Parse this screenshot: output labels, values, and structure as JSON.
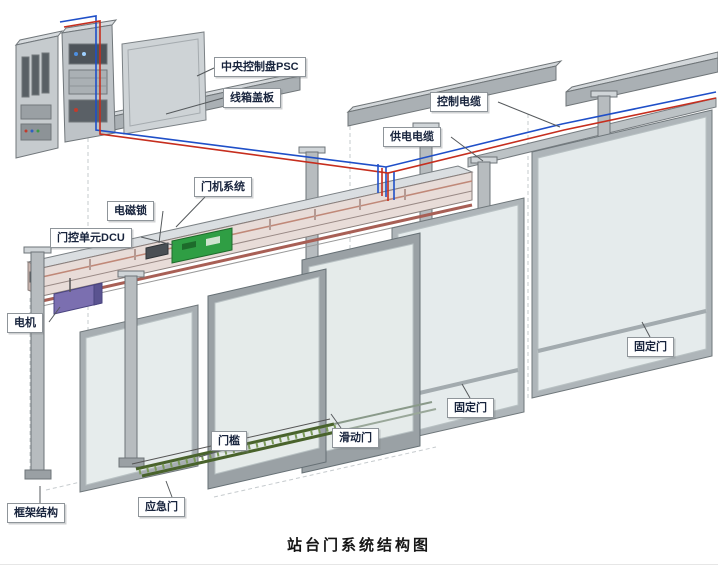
{
  "title": "站台门系统结构图",
  "labels": {
    "psc": "中央控制盘PSC",
    "box_cover": "线箱盖板",
    "control_cable": "控制电缆",
    "power_cable": "供电电缆",
    "door_machine": "门机系统",
    "magnetic_lock": "电磁锁",
    "dcu": "门控单元DCU",
    "motor": "电机",
    "fixed_door_right": "固定门",
    "fixed_door_mid": "固定门",
    "sliding_door": "滑动门",
    "door_sill": "门槛",
    "emergency_door": "应急门",
    "frame_structure": "框架结构"
  },
  "colors": {
    "cable_red": "#c62e1e",
    "cable_blue": "#1f4fc8",
    "pcb_green": "#2f9e44",
    "sill_green": "#49632c",
    "motor_purple": "#7b6fb0",
    "glass": "#edf3f2",
    "metal": "#b7bcbf"
  }
}
